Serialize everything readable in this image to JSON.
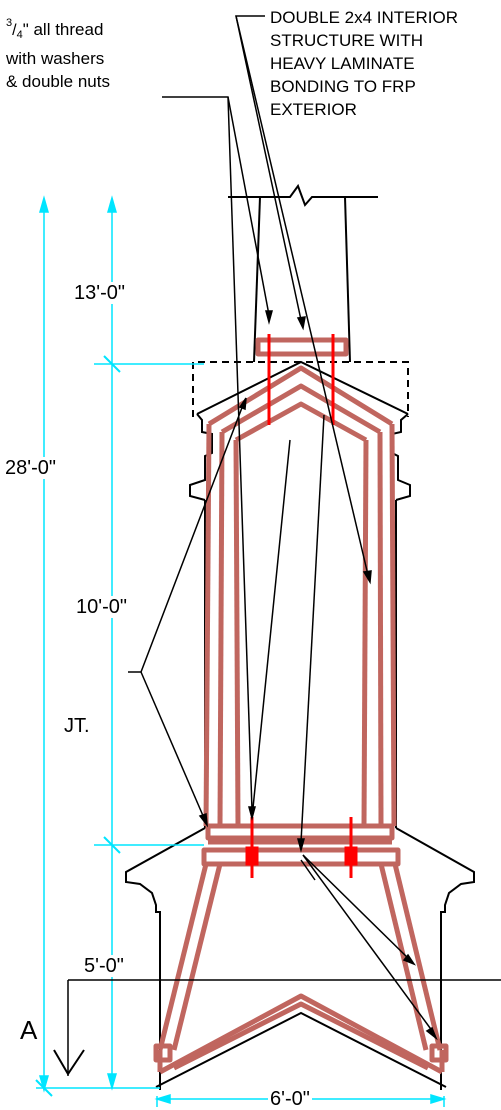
{
  "notes": {
    "bolt": {
      "fraction": {
        "numerator": "3",
        "denominator": "4"
      },
      "line1_rest": "\" all thread",
      "line2": "with washers",
      "line3": "& double nuts"
    },
    "structure": {
      "line1": "DOUBLE 2x4 INTERIOR",
      "line2": "STRUCTURE WITH",
      "line3": "HEAVY LAMINATE",
      "line4": "BONDING TO FRP",
      "line5": "EXTERIOR"
    },
    "joint": "JT."
  },
  "dimensions": {
    "top_section": "13'-0\"",
    "overall_height": "28'-0\"",
    "middle_section": "10'-0\"",
    "base_section": "5'-0\"",
    "base_width": "6'-0\""
  },
  "section_marker": "A",
  "colors": {
    "dimension": "#00e5ff",
    "structure_fill": "#c0665f",
    "outline": "#000000",
    "bolt": "#ff0000"
  }
}
